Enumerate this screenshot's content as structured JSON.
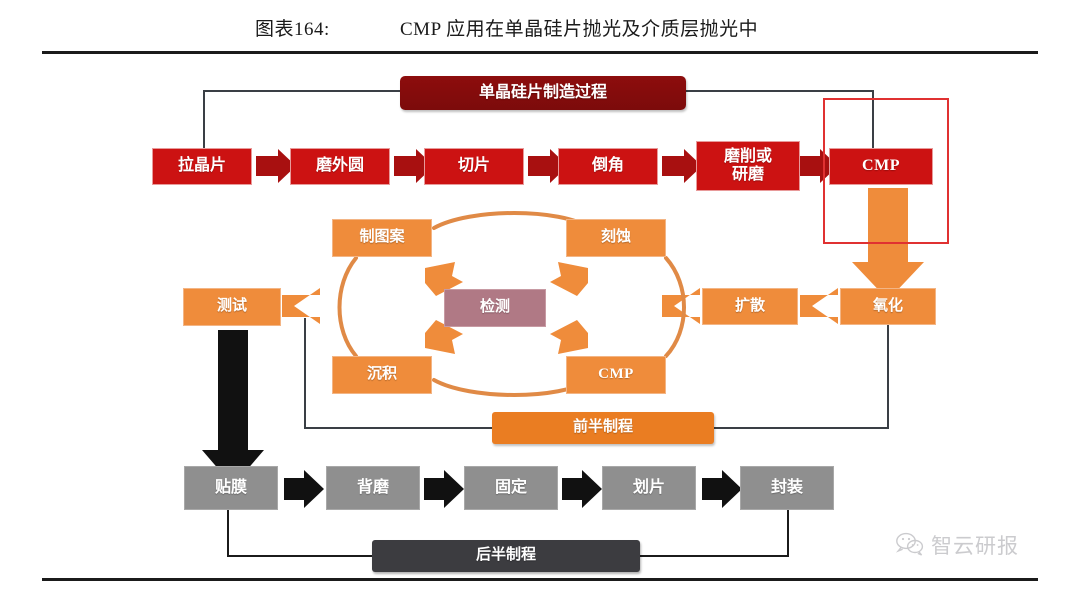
{
  "title": {
    "figure_number": "图表164:",
    "caption": "CMP 应用在单晶硅片抛光及介质层抛光中"
  },
  "colors": {
    "dark_red": "#8d0d0d",
    "red": "#cc1212",
    "orange": "#ef8c3b",
    "orange_banner": "#ea7d22",
    "mauve": "#b07985",
    "gray": "#8f8f8f",
    "dark_gray": "#3c3c40",
    "highlight": "#e03131",
    "line": "#3a3f45"
  },
  "banners": {
    "wafer_manufacture": "单晶硅片制造过程",
    "front_end": "前半制程",
    "back_end": "后半制程"
  },
  "wafer_row": [
    {
      "label": "拉晶片"
    },
    {
      "label": "磨外圆"
    },
    {
      "label": "切片"
    },
    {
      "label": "倒角"
    },
    {
      "label": "磨削或\n研磨",
      "line1": "磨削或",
      "line2": "研磨"
    },
    {
      "label": "CMP"
    }
  ],
  "front_end_nodes": {
    "oxidation": "氧化",
    "diffusion": "扩散",
    "pattern": "制图案",
    "etch": "刻蚀",
    "inspect": "检测",
    "deposition": "沉积",
    "cmp": "CMP",
    "test": "测试"
  },
  "back_end_row": [
    {
      "label": "贴膜"
    },
    {
      "label": "背磨"
    },
    {
      "label": "固定"
    },
    {
      "label": "划片"
    },
    {
      "label": "封装"
    }
  ],
  "watermark": {
    "icon": "wechat-icon",
    "text": "智云研报"
  }
}
